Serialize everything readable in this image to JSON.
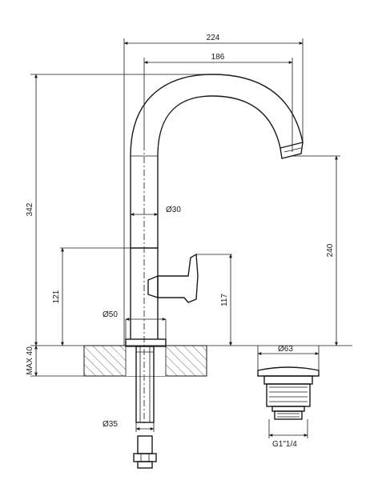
{
  "dimensions": {
    "overall_width": "224",
    "spout_reach": "186",
    "total_height": "342",
    "spout_height": "240",
    "body_diameter": "Ø30",
    "lever_height_left": "121",
    "lever_height_right": "117",
    "base_diameter": "Ø50",
    "max_thickness": "MAX 40",
    "shank_diameter": "Ø35",
    "waste_diameter": "Ø63",
    "waste_thread": "G1\"1/4"
  }
}
